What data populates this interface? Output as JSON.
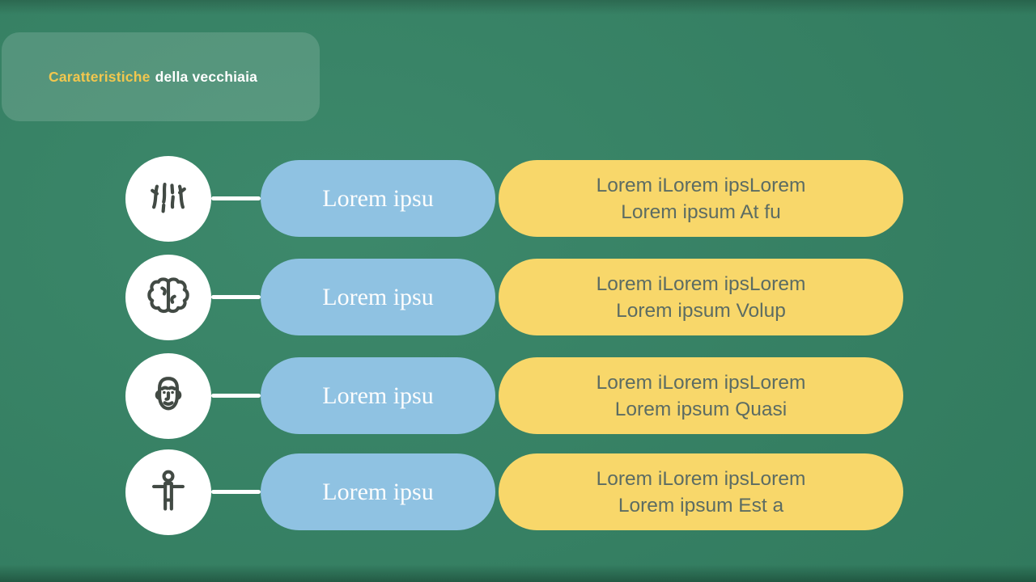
{
  "header": {
    "title_highlight": "Caratteristiche",
    "title_rest": "della vecchiaia"
  },
  "rows": [
    {
      "icon": "wrinkles-icon",
      "label": "Lorem ipsu",
      "description_line1": "Lorem iLorem ipsLorem",
      "description_line2": "Lorem ipsum At fu"
    },
    {
      "icon": "brain-icon",
      "label": "Lorem ipsu",
      "description_line1": "Lorem iLorem ipsLorem",
      "description_line2": "Lorem ipsum Volup"
    },
    {
      "icon": "elderly-face-icon",
      "label": "Lorem ipsu",
      "description_line1": "Lorem iLorem ipsLorem",
      "description_line2": "Lorem ipsum Quasi"
    },
    {
      "icon": "standing-person-icon",
      "label": "Lorem ipsu",
      "description_line1": "Lorem iLorem ipsLorem",
      "description_line2": "Lorem ipsum Est a"
    }
  ],
  "colors": {
    "background": "#328263",
    "header_bg": "rgba(255,255,255,0.15)",
    "title_highlight": "#f2c74e",
    "title_text": "#ffffff",
    "blue_pill": "#8fc2e2",
    "blue_pill_text": "#fdfdfd",
    "yellow_pill": "#f8d76a",
    "yellow_text": "#5c6c63",
    "circle_bg": "#ffffff",
    "icon_stroke": "#424a44",
    "connector": "#ffffff"
  }
}
